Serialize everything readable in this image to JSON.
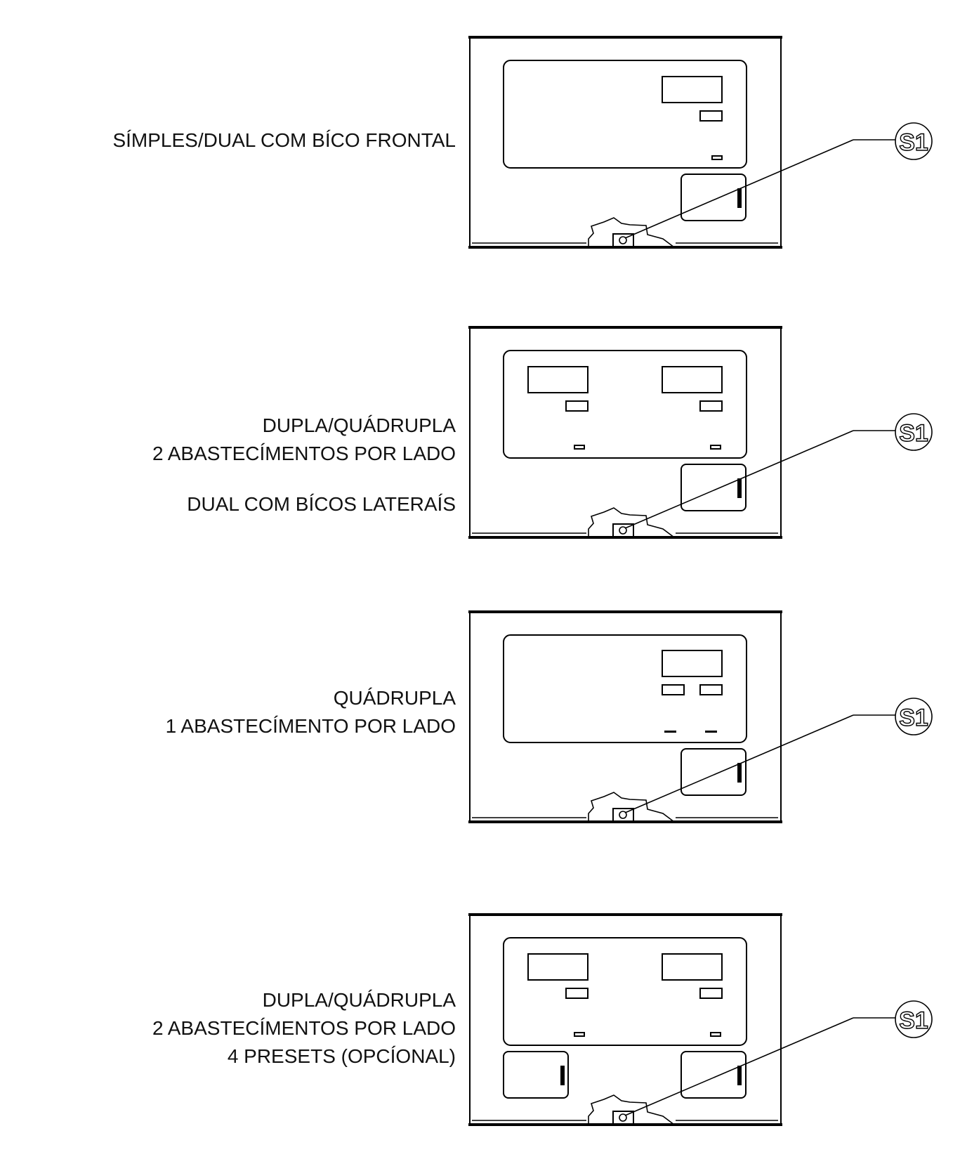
{
  "panels": [
    {
      "lines": [
        "SÍMPLES/DUAL COM BÍCO FRONTAL"
      ],
      "callout": "S1"
    },
    {
      "lines": [
        "DUPLA/QUÁDRUPLA",
        "2 ABASTECÍMENTOS POR LADO"
      ],
      "extra_line": "DUAL COM BÍCOS LATERAÍS",
      "callout": "S1"
    },
    {
      "lines": [
        "QUÁDRUPLA",
        "1 ABASTECÍMENTO POR LADO"
      ],
      "callout": "S1"
    },
    {
      "lines": [
        "DUPLA/QUÁDRUPLA",
        "2 ABASTECÍMENTOS POR LADO",
        "4 PRESETS (OPCÍONAL)"
      ],
      "callout": "S1"
    }
  ]
}
